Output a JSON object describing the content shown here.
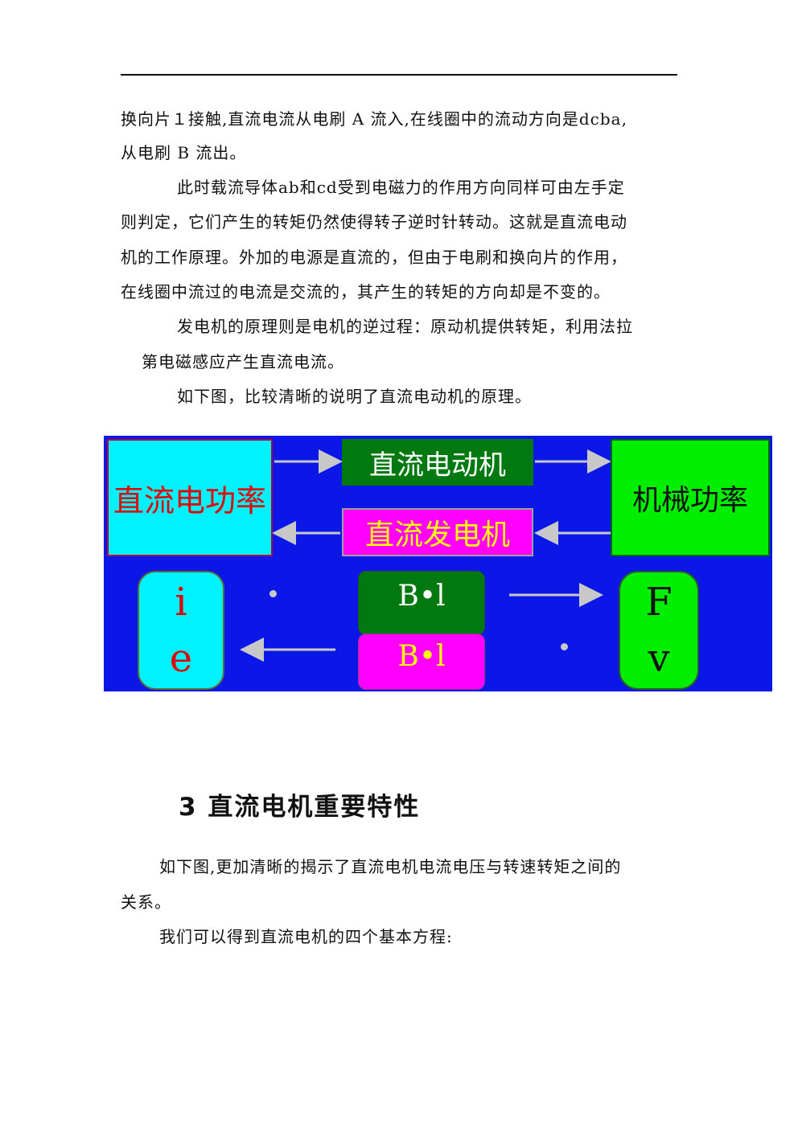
{
  "paragraphs": [
    "换向片１接触,直流电流从电刷 A 流入,在线圈中的流动方向是dcba,",
    "从电刷 B 流出。",
    "此时载流导体ab和cd受到电磁力的作用方向同样可由左手定",
    "则判定，它们产生的转矩仍然使得转子逆时针转动。这就是直流电动",
    "机的工作原理。外加的电源是直流的，但由于电刷和换向片的作用，",
    "在线圈中流过的电流是交流的，其产生的转矩的方向却是不变的。",
    "发电机的原理则是电机的逆过程：原动机提供转矩，利用法拉",
    "第电磁感应产生直流电流。",
    "如下图，比较清晰的说明了直流电动机的原理。"
  ],
  "figure": {
    "dc_power": "直流电功率",
    "dc_motor": "直流电动机",
    "mech_power": "机械功率",
    "dc_generator": "直流发电机",
    "i": "i",
    "e": "e",
    "bl_top": "B•l",
    "bl_bottom": "B•l",
    "F": "F",
    "v": "v",
    "colors": {
      "background": "#0a17e6",
      "cyan": "#00f2ff",
      "green": "#00ee00",
      "dark_green": "#007a10",
      "magenta": "#ff00ff"
    }
  },
  "section": {
    "heading": "3 直流电机重要特性",
    "paragraphs": [
      "如下图,更加清晰的揭示了直流电机电流电压与转速转矩之间的",
      "关系。",
      "我们可以得到直流电机的四个基本方程:"
    ]
  }
}
